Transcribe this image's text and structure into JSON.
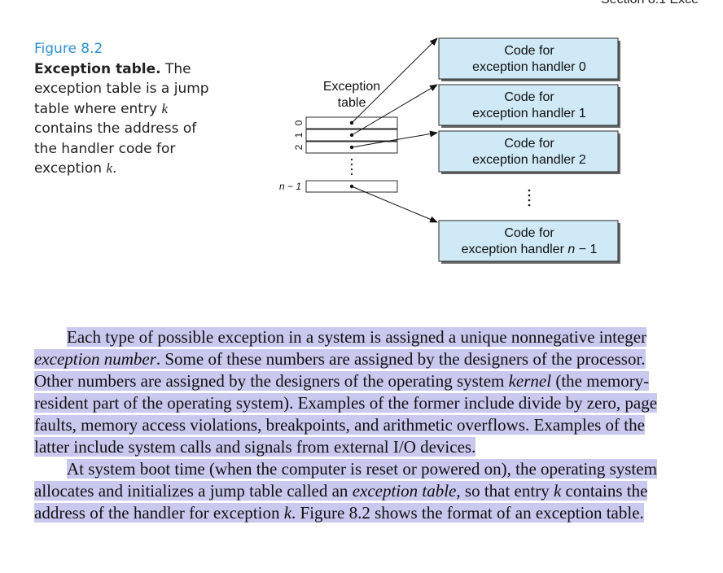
{
  "header": {
    "running_head": "Section 8.1   Exce"
  },
  "caption": {
    "label": "Figure 8.2",
    "title": "Exception table.",
    "text_1": " The exception table is a jump table where entry ",
    "k1": "k",
    "text_2": " contains the address of the handler code for exception ",
    "k2": "k",
    "text_3": "."
  },
  "diagram": {
    "table_label_line1": "Exception",
    "table_label_line2": "table",
    "row_labels": [
      "0",
      "1",
      "2"
    ],
    "last_row_label": "n − 1",
    "handlers": [
      {
        "line1": "Code for",
        "line2": "exception handler 0"
      },
      {
        "line1": "Code for",
        "line2": "exception handler 1"
      },
      {
        "line1": "Code for",
        "line2": "exception handler 2"
      },
      {
        "line1": "Code for",
        "line2_prefix": "exception handler ",
        "line2_var": "n",
        "line2_suffix": " − 1"
      }
    ],
    "colors": {
      "handler_fill": "#cfe9f6",
      "handler_border": "#2a2a2a",
      "highlight": "#c9c8ee",
      "figure_label": "#2f8fd0"
    }
  },
  "body": {
    "p1_a": "Each type of possible exception in a system is assigned a unique nonnegative integer ",
    "p1_i1": "exception number",
    "p1_b": ". Some of these numbers are assigned by the designers of the processor. Other numbers are assigned by the designers of the operating system ",
    "p1_i2": "kernel",
    "p1_c": " (the memory-resident part of the operating system). Examples of the former include divide by zero, page faults, memory access violations, breakpoints, and arithmetic overflows. Examples of the latter include system calls and signals from external I/O devices.",
    "p2_a": "At system boot time (when the computer is reset or powered on), the operating system allocates and initializes a jump table called an ",
    "p2_i1": "exception table",
    "p2_b": ", so that entry ",
    "p2_k1": "k",
    "p2_c": " contains the address of the handler for exception ",
    "p2_k2": "k",
    "p2_d": ". Figure 8.2 shows the format of an exception table."
  }
}
